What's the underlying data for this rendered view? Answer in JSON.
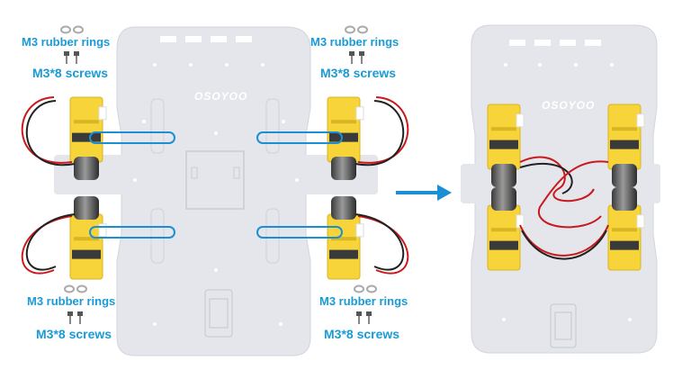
{
  "diagram": {
    "rings_label": "M3 rubber rings",
    "screws_label": "M3*8 screws",
    "logo_text": "OSOYOO",
    "colors": {
      "label": "#1a9ad6",
      "chassis": "#e3e5ea",
      "chassis_edge": "#cfd3da",
      "motor_yellow": "#f6d43a",
      "motor_shadow": "#d8b522",
      "wire_red": "#c8191d",
      "wire_black": "#222222",
      "guide_blue": "#1b8fd6",
      "arrow_blue": "#1b8fd6"
    }
  }
}
